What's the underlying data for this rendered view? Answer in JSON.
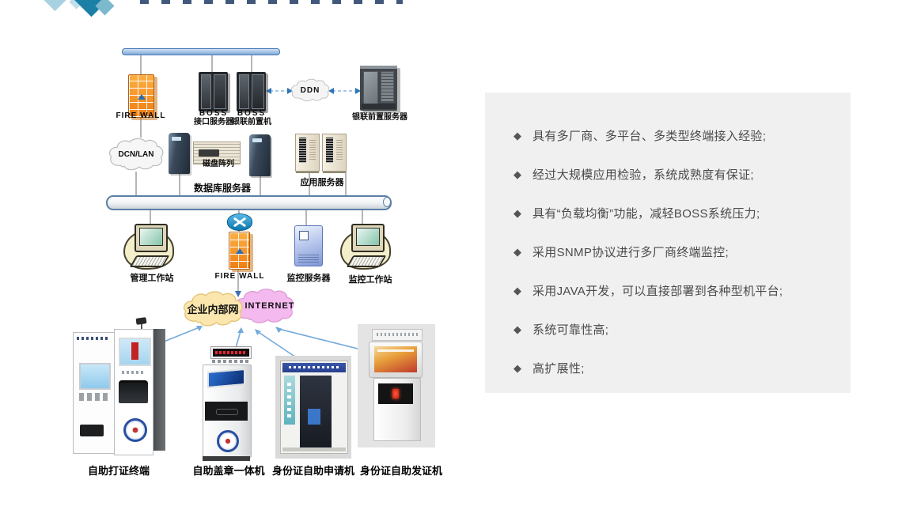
{
  "slide": {
    "background_color": "#ffffff"
  },
  "logo": {
    "diamond_colors": [
      "#a8d2e2",
      "#1b7fa6",
      "#7db9cd"
    ]
  },
  "network_diagram": {
    "labels": {
      "firewall_top": "FIRE WALL",
      "boss_interface_line1": "BOSS",
      "boss_interface_line2": "接口服务器",
      "boss_unionpay_line1": "BOSS",
      "boss_unionpay_line2": "银联前置机",
      "ddn": "DDN",
      "unionpay_front_server": "银联前置服务器",
      "dcn_lan": "DCN/LAN",
      "disk_array": "磁盘阵列",
      "database_server": "数据库服务器",
      "app_server": "应用服务器",
      "management_workstation": "管理工作站",
      "firewall_mid": "FIRE WALL",
      "monitor_server": "监控服务器",
      "monitor_workstation": "监控工作站",
      "intranet_cloud": "企业内部网",
      "internet_cloud": "INTERNET",
      "kiosk_print": "自助打证终端",
      "kiosk_stamp": "自助盖章一体机",
      "kiosk_apply": "身份证自助申请机",
      "kiosk_issue": "身份证自助发证机"
    }
  },
  "feature_panel": {
    "background_color": "#f0f0f0",
    "bullet_icon": "◆",
    "bullets": [
      "具有多厂商、多平台、多类型终端接入经验;",
      "经过大规模应用检验，系统成熟度有保证;",
      "具有“负载均衡”功能，减轻BOSS系统压力;",
      "采用SNMP协议进行多厂商终端监控;",
      "采用JAVA开发，可以直接部署到各种型机平台;",
      "系统可靠性高;",
      "高扩展性;"
    ]
  }
}
